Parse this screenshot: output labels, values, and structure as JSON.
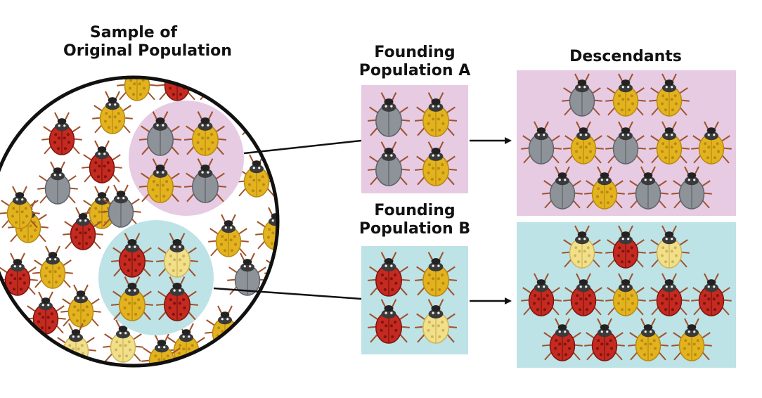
{
  "labels": {
    "original_line1": "Sample of",
    "original_line2": "Original Population",
    "founding_a_line1": "Founding",
    "founding_a_line2": "Population A",
    "founding_b_line1": "Founding",
    "founding_b_line2": "Population B",
    "descendants": "Descendants"
  },
  "colors": {
    "pink_bg": "#e6cbe3",
    "cyan_bg": "#bde3e7",
    "gray_beetle": "#8e939a",
    "yellow_beetle": "#e3b31f",
    "pale_yellow_beetle": "#f2df8a",
    "red_beetle": "#c42a1f",
    "outline": "#111111"
  },
  "beetles": {
    "background": [
      "yellow",
      "red",
      "yellow",
      "yellow",
      "red",
      "gray",
      "red",
      "yellow",
      "gray",
      "yellow",
      "yellow",
      "yellow",
      "gray",
      "red",
      "yellow",
      "yellow",
      "gray",
      "yellow",
      "red",
      "gray",
      "yellow",
      "yellow",
      "red",
      "pale",
      "yellow",
      "yellow",
      "gray",
      "red",
      "yellow",
      "pale",
      "yellow"
    ],
    "subsample_a": [
      "gray",
      "yellow",
      "yellow",
      "gray"
    ],
    "subsample_b": [
      "red",
      "pale",
      "yellow",
      "red"
    ],
    "founding_a": [
      "gray",
      "yellow",
      "gray",
      "yellow"
    ],
    "founding_b": [
      "red",
      "yellow",
      "red",
      "pale"
    ],
    "descendants_a": [
      "gray",
      "yellow",
      "yellow",
      "gray",
      "yellow",
      "gray",
      "yellow",
      "yellow",
      "gray",
      "yellow",
      "gray",
      "gray"
    ],
    "descendants_b": [
      "pale",
      "red",
      "pale",
      "red",
      "red",
      "yellow",
      "red",
      "red",
      "red",
      "red",
      "yellow",
      "yellow"
    ]
  }
}
